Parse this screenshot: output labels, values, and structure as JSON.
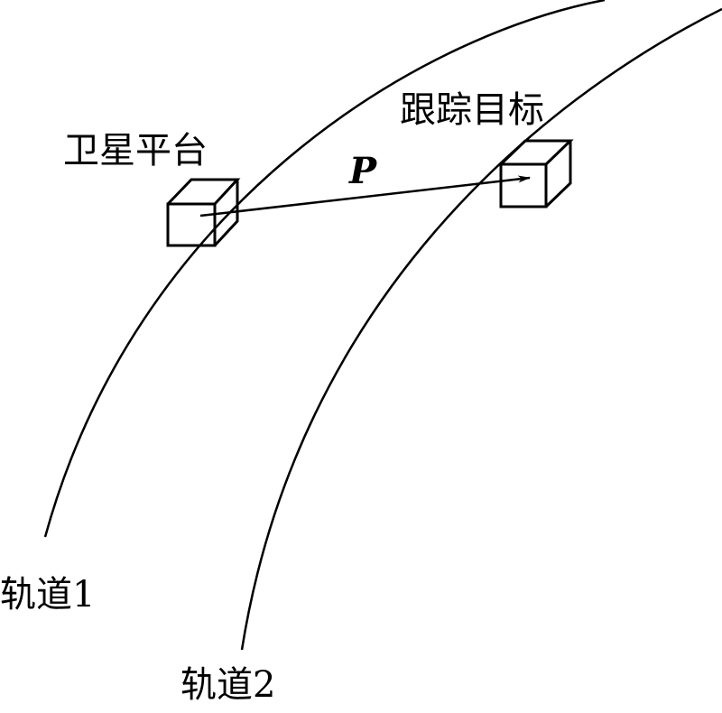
{
  "labels": {
    "satellite_platform": "卫星平台",
    "tracking_target": "跟踪目标",
    "orbit1": "轨道1",
    "orbit2": "轨道2",
    "vector": "P"
  }
}
